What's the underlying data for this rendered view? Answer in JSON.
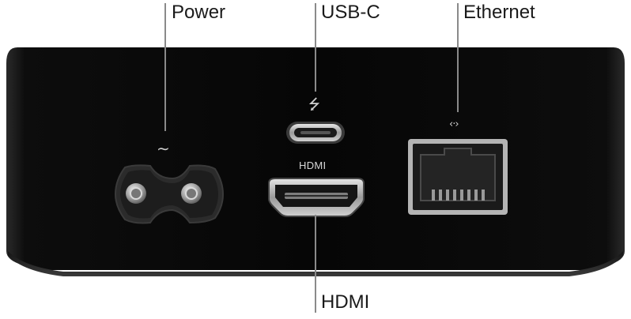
{
  "callouts": {
    "power": "Power",
    "usb_c": "USB-C",
    "ethernet": "Ethernet",
    "hdmi": "HDMI"
  },
  "ports": {
    "hdmi_caption": "HDMI"
  },
  "icons": {
    "power": "ac-power-icon",
    "usb": "usb-icon",
    "ethernet": "ethernet-icon"
  },
  "colors": {
    "device_body": "#0b0b0b",
    "port_silver": "#bdbdbd",
    "leader_line": "#8a8a8a"
  }
}
